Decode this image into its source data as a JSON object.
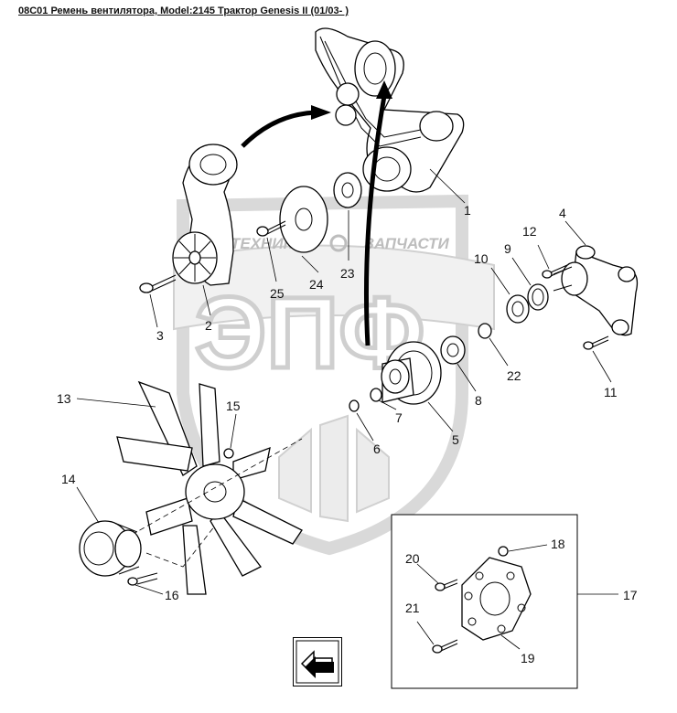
{
  "header": {
    "title": "08C01 Ремень вентилятора, Model:2145 Трактор Genesis II (01/03- )"
  },
  "watermark": {
    "left_text": "ТЕХНИКА",
    "right_text": "ЗАПЧАСТИ",
    "logo_text": "ЭПФ"
  },
  "callouts": {
    "c1": "1",
    "c2": "2",
    "c3": "3",
    "c4": "4",
    "c5": "5",
    "c6": "6",
    "c7": "7",
    "c8": "8",
    "c9": "9",
    "c10": "10",
    "c11": "11",
    "c12": "12",
    "c13": "13",
    "c14": "14",
    "c15": "15",
    "c16": "16",
    "c17": "17",
    "c18": "18",
    "c19": "19",
    "c20": "20",
    "c21": "21",
    "c22": "22",
    "c23": "23",
    "c24": "24",
    "c25": "25"
  },
  "icons": {
    "nav": "back-arrow-icon"
  }
}
